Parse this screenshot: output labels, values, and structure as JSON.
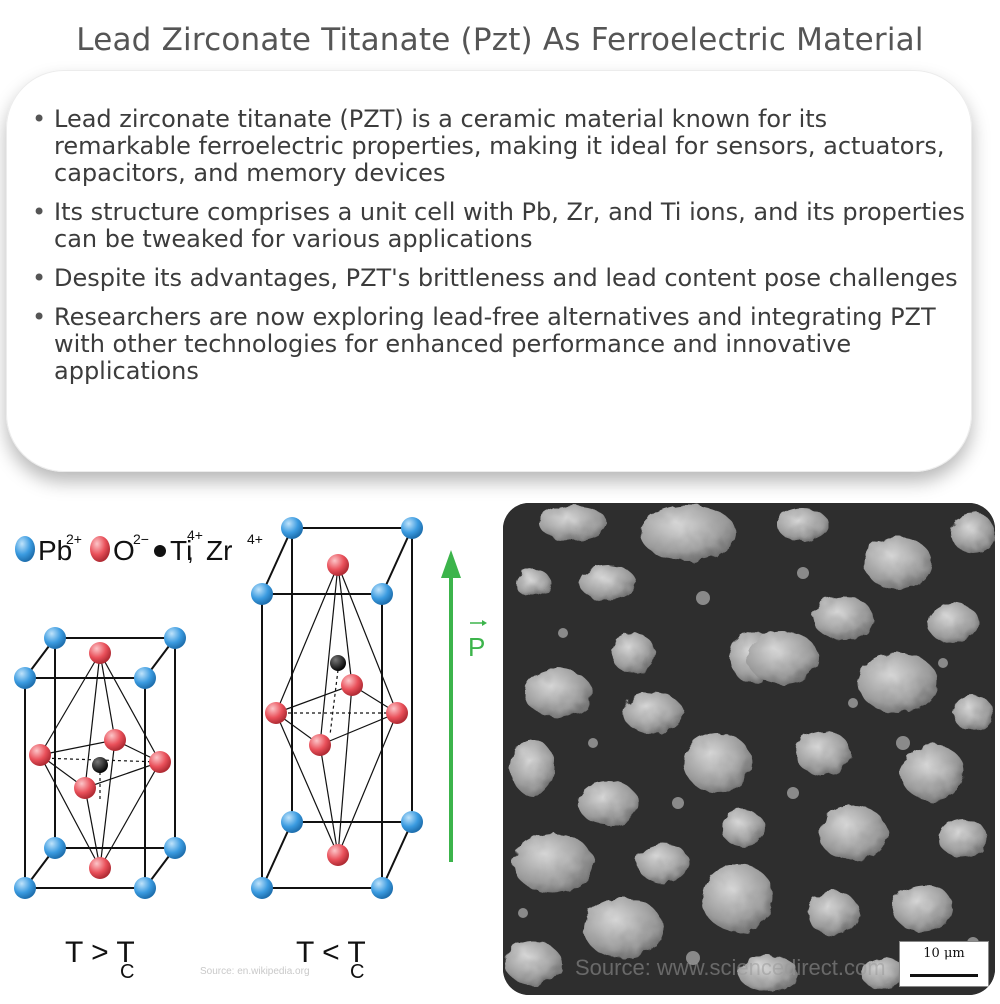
{
  "header": {
    "title": "Lead Zirconate Titanate (Pzt) As Ferroelectric Material"
  },
  "bullets": [
    "Lead zirconate titanate (PZT) is a ceramic material known for its remarkable ferroelectric properties, making it ideal for sensors, actuators, capacitors, and memory devices",
    "Its structure comprises a unit cell with Pb, Zr, and Ti ions, and its properties can be tweaked for various applications",
    "Despite its advantages, PZT's brittleness and lead content pose challenges",
    "Researchers are now exploring lead-free alternatives and integrating PZT with other technologies for enhanced performance and innovative applications"
  ],
  "diagram": {
    "legend": {
      "pb": "Pb",
      "pb_charge": "2+",
      "o": "O",
      "o_charge": "2−",
      "ti": "Ti",
      "ti_charge": "4+",
      "sep": ",",
      "zr": "Zr",
      "zr_charge": "4+"
    },
    "polarization_label": "P",
    "left_caption": "T > T",
    "left_caption_sub": "C",
    "right_caption": "T < T",
    "right_caption_sub": "C",
    "source": "Source: en.wikipedia.org",
    "colors": {
      "pb": "#3b9be0",
      "o": "#e9505a",
      "ti": "#111111",
      "arrow": "#3cb44b"
    }
  },
  "micrograph": {
    "scale_label": "10 μm",
    "source": "Source: www.sciencedirect.com"
  }
}
